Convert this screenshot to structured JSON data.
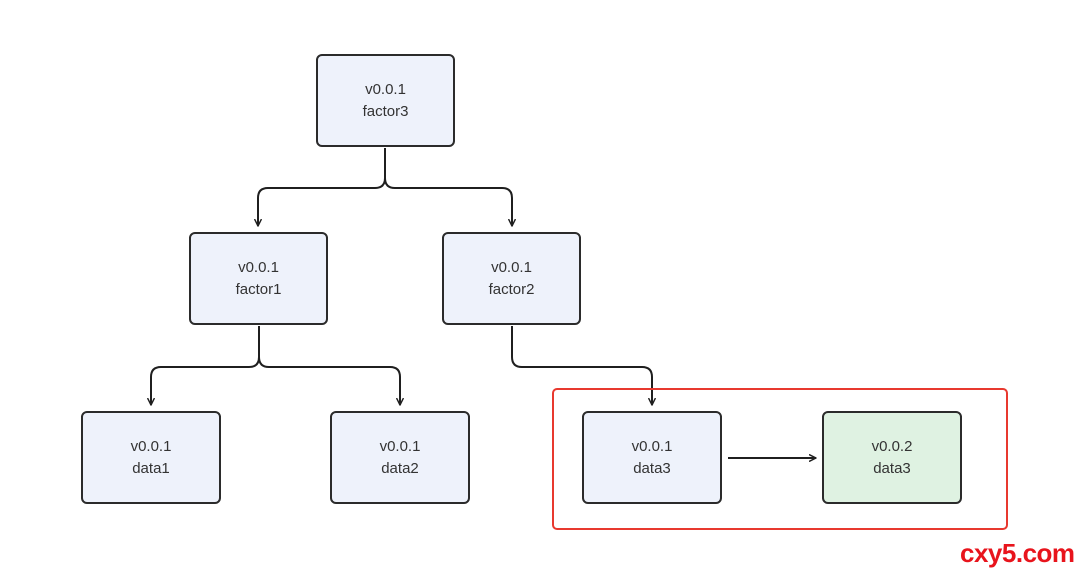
{
  "nodes": {
    "factor3": {
      "version": "v0.0.1",
      "name": "factor3"
    },
    "factor1": {
      "version": "v0.0.1",
      "name": "factor1"
    },
    "factor2": {
      "version": "v0.0.1",
      "name": "factor2"
    },
    "data1": {
      "version": "v0.0.1",
      "name": "data1"
    },
    "data2": {
      "version": "v0.0.1",
      "name": "data2"
    },
    "data3_v1": {
      "version": "v0.0.1",
      "name": "data3"
    },
    "data3_v2": {
      "version": "v0.0.2",
      "name": "data3"
    }
  },
  "edges": [
    {
      "from": "factor3",
      "to": "factor1"
    },
    {
      "from": "factor3",
      "to": "factor2"
    },
    {
      "from": "factor1",
      "to": "data1"
    },
    {
      "from": "factor1",
      "to": "data2"
    },
    {
      "from": "factor2",
      "to": "data3_v1"
    },
    {
      "from": "data3_v1",
      "to": "data3_v2"
    }
  ],
  "colors": {
    "node_fill": "#eef2fb",
    "new_node_fill": "#dff2e2",
    "border": "#2b2b2b",
    "highlight": "#e8392f",
    "watermark": "#e8141c"
  },
  "watermark": "cxy5.com"
}
